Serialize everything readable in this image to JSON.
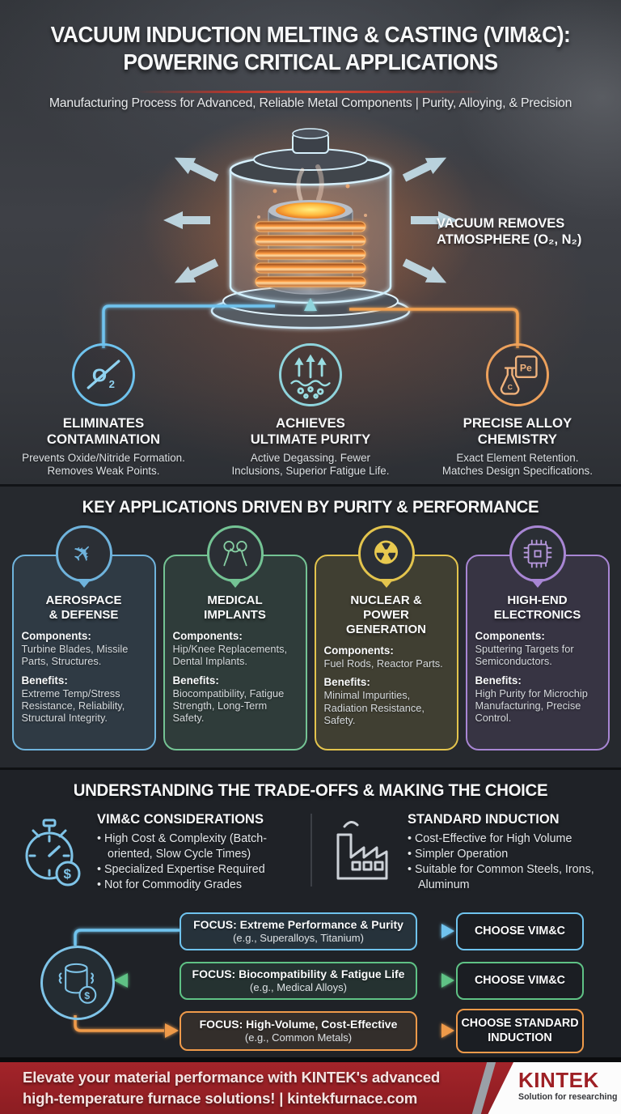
{
  "header": {
    "title": "VACUUM INDUCTION MELTING & CASTING (VIM&C):\nPOWERING CRITICAL APPLICATIONS",
    "subtitle": "Manufacturing Process for Advanced, Reliable Metal Components | Purity, Alloying, & Precision",
    "divider_color": "#c0392b"
  },
  "hero": {
    "vacuum_label": "VACUUM REMOVES\nATMOSPHERE (O₂, N₂)"
  },
  "benefits": {
    "items": [
      {
        "title": "ELIMINATES\nCONTAMINATION",
        "desc": "Prevents Oxide/Nitride Formation.\nRemoves Weak Points.",
        "icon": "no-oxygen-icon",
        "color": "#6fc3ee"
      },
      {
        "title": "ACHIEVES\nULTIMATE PURITY",
        "desc": "Active Degassing. Fewer\nInclusions, Superior Fatigue Life.",
        "icon": "degassing-icon",
        "color": "#8fd4dc"
      },
      {
        "title": "PRECISE ALLOY\nCHEMISTRY",
        "desc": "Exact Element Retention.\nMatches Design Specifications.",
        "icon": "alloy-chemistry-icon",
        "color": "#eda15c"
      }
    ]
  },
  "applications": {
    "heading": "KEY APPLICATIONS DRIVEN BY PURITY & PERFORMANCE",
    "components_label": "Components:",
    "benefits_label": "Benefits:",
    "cards": [
      {
        "title": "AEROSPACE\n& DEFENSE",
        "components": "Turbine Blades, Missile Parts, Structures.",
        "benefits": "Extreme Temp/Stress Resistance, Reliability, Structural Integrity.",
        "icon": "fighter-jet-icon",
        "color": "#6fb3dc"
      },
      {
        "title": "MEDICAL\nIMPLANTS",
        "components": "Hip/Knee Replacements, Dental Implants.",
        "benefits": "Biocompatibility, Fatigue Strength, Long-Term Safety.",
        "icon": "hip-implant-icon",
        "color": "#74c394"
      },
      {
        "title": "NUCLEAR &\nPOWER GENERATION",
        "components": "Fuel Rods, Reactor Parts.",
        "benefits": "Minimal Impurities, Radiation Resistance, Safety.",
        "icon": "radiation-icon",
        "color": "#e3c44d"
      },
      {
        "title": "HIGH-END\nELECTRONICS",
        "components": "Sputtering Targets for Semiconductors.",
        "benefits": "High Purity for Microchip Manufacturing, Precise Control.",
        "icon": "microchip-icon",
        "color": "#a886d4"
      }
    ]
  },
  "tradeoffs": {
    "heading": "UNDERSTANDING THE TRADE-OFFS & MAKING THE CHOICE",
    "vimc": {
      "title": "VIM&C CONSIDERATIONS",
      "icon": "stopwatch-cost-icon",
      "items": [
        "High Cost & Complexity (Batch-oriented, Slow Cycle Times)",
        "Specialized Expertise Required",
        "Not for Commodity Grades"
      ]
    },
    "standard": {
      "title": "STANDARD INDUCTION",
      "icon": "factory-icon",
      "items": [
        "Cost-Effective for High Volume",
        "Simpler Operation",
        "Suitable for Common Steels, Irons, Aluminum"
      ]
    }
  },
  "decision": {
    "hub_icon": "crucible-cost-icon",
    "rows": [
      {
        "focus": "FOCUS: Extreme Performance & Purity",
        "example": "(e.g., Superalloys, Titanium)",
        "choice": "CHOOSE VIM&C",
        "color": "#6fc3ee"
      },
      {
        "focus": "FOCUS: Biocompatibility & Fatigue Life",
        "example": "(e.g., Medical Alloys)",
        "choice": "CHOOSE VIM&C",
        "color": "#5fc285"
      },
      {
        "focus": "FOCUS: High-Volume, Cost-Effective",
        "example": "(e.g., Common Metals)",
        "choice": "CHOOSE STANDARD\nINDUCTION",
        "color": "#ef9a4a"
      }
    ]
  },
  "footer": {
    "message": "Elevate your material performance with KINTEK's advanced\nhigh-temperature furnace solutions!  | kintekfurnace.com",
    "brand": "KINTEK",
    "tagline": "Solution for researching",
    "background_color": "#8c1d22"
  }
}
